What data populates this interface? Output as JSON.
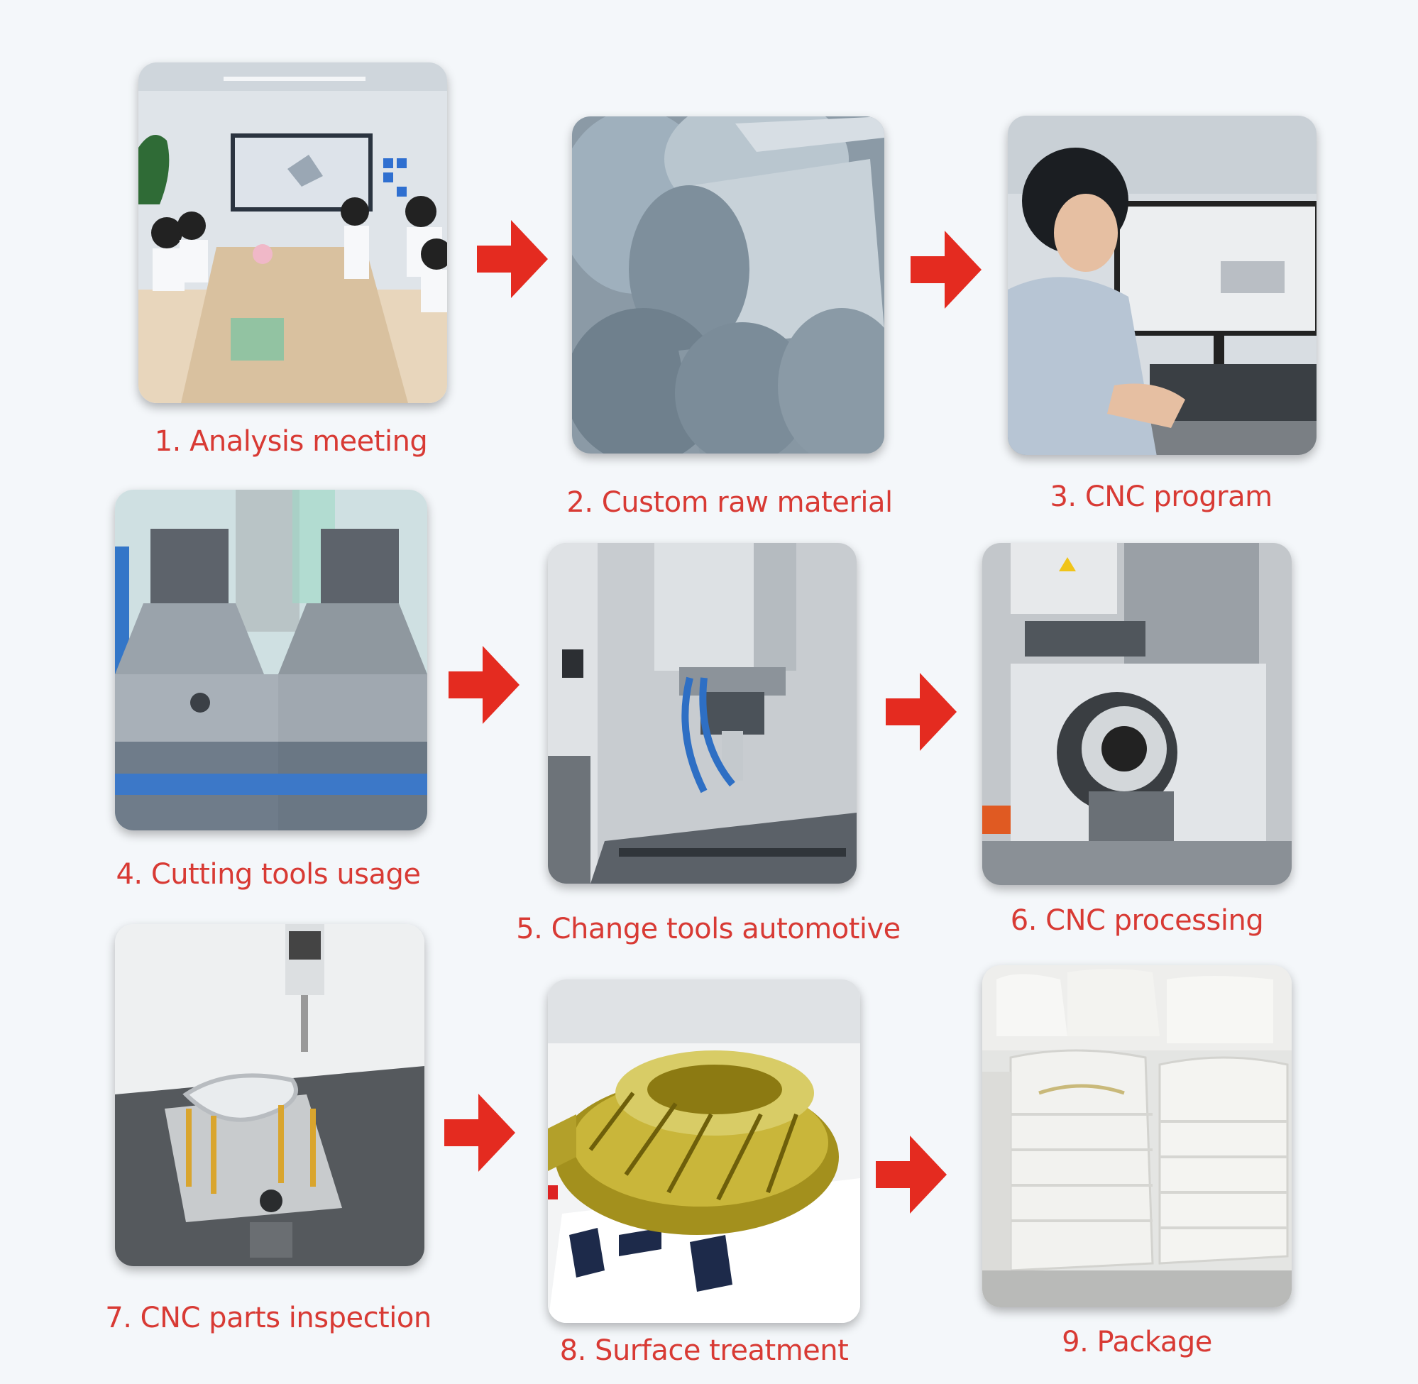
{
  "steps": [
    {
      "number": "1",
      "label": "1. Analysis meeting",
      "icon": "meeting-room-photo"
    },
    {
      "number": "2",
      "label": "2. Custom raw material",
      "icon": "aluminum-bars-photo"
    },
    {
      "number": "3",
      "label": "3. CNC program",
      "icon": "programmer-computer-photo"
    },
    {
      "number": "4",
      "label": "4. Cutting tools usage",
      "icon": "cutting-tools-photo"
    },
    {
      "number": "5",
      "label": "5. Change tools automotive",
      "icon": "spindle-tool-change-photo"
    },
    {
      "number": "6",
      "label": "6. CNC processing",
      "icon": "cnc-machine-photo"
    },
    {
      "number": "7",
      "label": "7. CNC parts inspection",
      "icon": "cmm-inspection-photo"
    },
    {
      "number": "8",
      "label": "8. Surface treatment",
      "icon": "gold-impeller-photo"
    },
    {
      "number": "9",
      "label": "9. Package",
      "icon": "packaged-parts-photo"
    }
  ],
  "colors": {
    "background": "#f4f7fa",
    "caption": "#d83a34",
    "arrow": "#e42b20"
  }
}
